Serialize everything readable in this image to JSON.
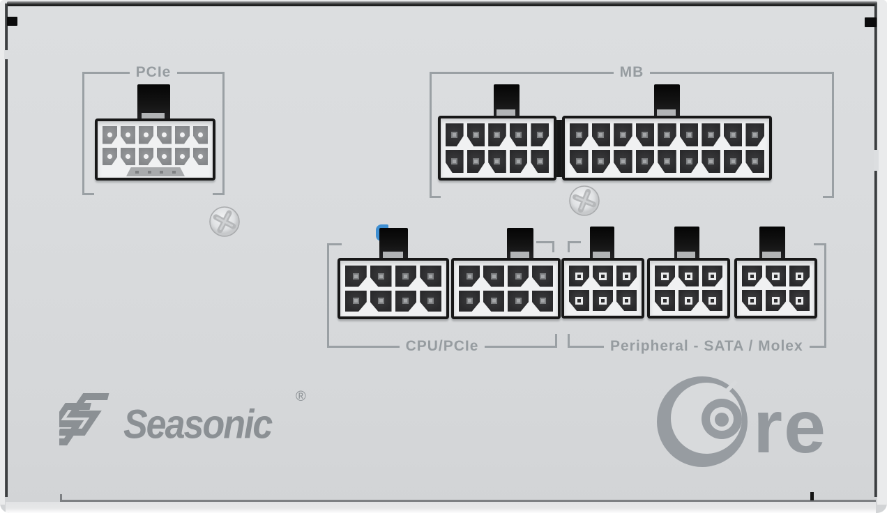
{
  "product": {
    "brand": "Seasonic",
    "registered_mark": "®",
    "series": "Core",
    "series_visible_text": "re"
  },
  "groups": {
    "pcie": {
      "label": "PCIe"
    },
    "mb": {
      "label": "MB"
    },
    "cpu": {
      "label": "CPU/PCIe"
    },
    "peripheral": {
      "label": "Peripheral - SATA / Molex"
    }
  },
  "connectors": {
    "pcie12": {
      "rows": 2,
      "cols": 6,
      "variant": "light",
      "description": "12-pin PCIe modular socket with key bar"
    },
    "mb10": {
      "rows": 2,
      "cols": 5,
      "variant": "dark",
      "description": "10-pin MB modular socket"
    },
    "mb18": {
      "rows": 2,
      "cols": 9,
      "variant": "dark",
      "description": "18-pin MB modular socket"
    },
    "cpu8a": {
      "rows": 2,
      "cols": 4,
      "variant": "dark",
      "description": "8-pin CPU/PCIe modular socket"
    },
    "cpu8b": {
      "rows": 2,
      "cols": 4,
      "variant": "dark",
      "description": "8-pin CPU/PCIe modular socket"
    },
    "per6a": {
      "rows": 2,
      "cols": 3,
      "variant": "bright",
      "description": "6-pin peripheral modular socket"
    },
    "per6b": {
      "rows": 2,
      "cols": 3,
      "variant": "bright",
      "description": "6-pin peripheral modular socket"
    },
    "per6c": {
      "rows": 2,
      "cols": 3,
      "variant": "bright",
      "description": "6-pin peripheral modular socket"
    }
  },
  "hardware": {
    "screw_count": 2,
    "screw_type": "phillips"
  },
  "colors": {
    "panel_gray": "#d8dadc",
    "bracket_gray": "#9aa0a4",
    "logo_gray": "#8b9094",
    "connector_shell": "#f0f1f2",
    "connector_border": "#171717",
    "latch_blue": "#3f8fd2"
  }
}
